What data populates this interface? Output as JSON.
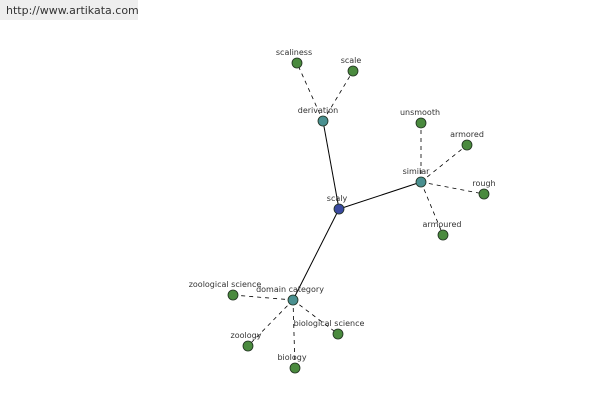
{
  "header": {
    "url": "http://www.artikata.com"
  },
  "colors": {
    "center": "#3a4aa0",
    "hub": "#4a9090",
    "leaf": "#4a8a3e",
    "solid_edge": "#000000",
    "dashed_edge": "#000000"
  },
  "graph": {
    "nodes": [
      {
        "id": "scaly",
        "label": "scaly",
        "kind": "center"
      },
      {
        "id": "derivation",
        "label": "derivation",
        "kind": "hub"
      },
      {
        "id": "similar",
        "label": "similar",
        "kind": "hub"
      },
      {
        "id": "domain",
        "label": "domain category",
        "kind": "hub"
      },
      {
        "id": "scaliness",
        "label": "scaliness",
        "kind": "leaf"
      },
      {
        "id": "scale",
        "label": "scale",
        "kind": "leaf"
      },
      {
        "id": "unsmooth",
        "label": "unsmooth",
        "kind": "leaf"
      },
      {
        "id": "armored",
        "label": "armored",
        "kind": "leaf"
      },
      {
        "id": "rough",
        "label": "rough",
        "kind": "leaf"
      },
      {
        "id": "armoured",
        "label": "armoured",
        "kind": "leaf"
      },
      {
        "id": "zoological",
        "label": "zoological science",
        "kind": "leaf"
      },
      {
        "id": "zoology",
        "label": "zoology",
        "kind": "leaf"
      },
      {
        "id": "biology",
        "label": "biology",
        "kind": "leaf"
      },
      {
        "id": "biological",
        "label": "biological science",
        "kind": "leaf"
      }
    ],
    "edges": [
      {
        "from": "scaly",
        "to": "derivation",
        "style": "solid"
      },
      {
        "from": "scaly",
        "to": "similar",
        "style": "solid"
      },
      {
        "from": "scaly",
        "to": "domain",
        "style": "solid"
      },
      {
        "from": "derivation",
        "to": "scaliness",
        "style": "dashed"
      },
      {
        "from": "derivation",
        "to": "scale",
        "style": "dashed"
      },
      {
        "from": "similar",
        "to": "unsmooth",
        "style": "dashed"
      },
      {
        "from": "similar",
        "to": "armored",
        "style": "dashed"
      },
      {
        "from": "similar",
        "to": "rough",
        "style": "dashed"
      },
      {
        "from": "similar",
        "to": "armoured",
        "style": "dashed"
      },
      {
        "from": "domain",
        "to": "zoological",
        "style": "dashed"
      },
      {
        "from": "domain",
        "to": "zoology",
        "style": "dashed"
      },
      {
        "from": "domain",
        "to": "biology",
        "style": "dashed"
      },
      {
        "from": "domain",
        "to": "biological",
        "style": "dashed"
      }
    ]
  }
}
